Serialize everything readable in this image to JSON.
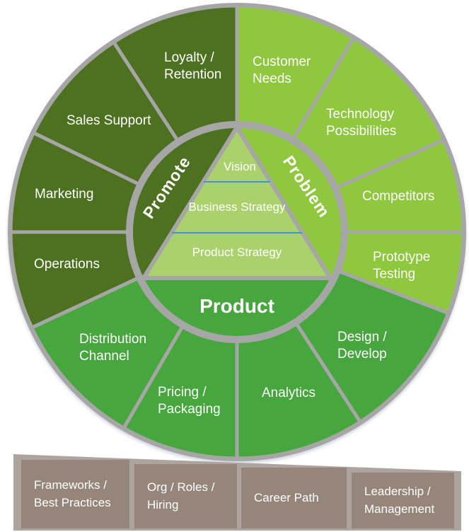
{
  "palette": {
    "promote_green": "#4e7121",
    "problem_green": "#8fc73e",
    "product_green": "#47a63e",
    "pyramid_green": "#abd16c",
    "divider_blue": "#4b92d3",
    "ring_gray": "#a6a6a6",
    "bar_bg": "#aca49d",
    "bar_box": "#95857a",
    "text_white": "#ffffff"
  },
  "core": {
    "promote": "Promote",
    "problem": "Problem",
    "product": "Product",
    "pyramid": {
      "vision": "Vision",
      "business_strategy": "Business Strategy",
      "product_strategy": "Product Strategy"
    }
  },
  "outer": {
    "loyalty": "Loyalty /\nRetention",
    "sales": "Sales Support",
    "marketing": "Marketing",
    "operations": "Operations",
    "customer": "Customer\nNeeds",
    "technology": "Technology\nPossibilities",
    "competitors": "Competitors",
    "prototype": "Prototype\nTesting",
    "design": "Design /\nDevelop",
    "analytics": "Analytics",
    "pricing": "Pricing /\nPackaging",
    "distribution": "Distribution\nChannel"
  },
  "bar": {
    "items": [
      "Frameworks /\nBest Practices",
      "Org / Roles /\nHiring",
      "Career Path",
      "Leadership /\nManagement"
    ]
  }
}
